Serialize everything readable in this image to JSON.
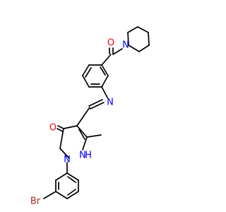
{
  "molecule": {
    "atoms": {
      "o_carbonyl": "O",
      "n_piperidine": "N",
      "n_imine": "N",
      "o_pyrazolone": "O",
      "n1_pyrazole": "N",
      "nh_pyrazole": "N",
      "h_pyrazole": "H",
      "br": "Br"
    },
    "colors": {
      "bond": "#000000",
      "oxygen": "#ff0000",
      "nitrogen": "#0000ff",
      "bromine": "#a52a2a"
    }
  }
}
